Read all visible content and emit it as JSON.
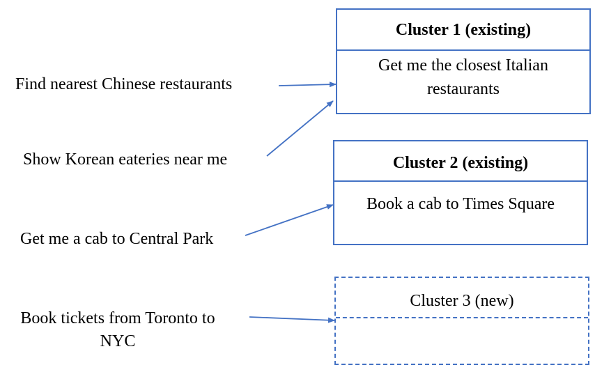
{
  "queries": [
    {
      "text": "Find nearest Chinese restaurants"
    },
    {
      "text": "Show Korean eateries near me"
    },
    {
      "text": "Get me a cab to Central Park"
    },
    {
      "text": "Book tickets from Toronto to NYC"
    }
  ],
  "clusters": [
    {
      "title": "Cluster 1 (existing)",
      "body": "Get me the closest Italian restaurants"
    },
    {
      "title": "Cluster 2 (existing)",
      "body": "Book a cab to Times Square"
    },
    {
      "title": "Cluster 3 (new)",
      "body": ""
    }
  ],
  "colors": {
    "accent": "#4472c4"
  }
}
